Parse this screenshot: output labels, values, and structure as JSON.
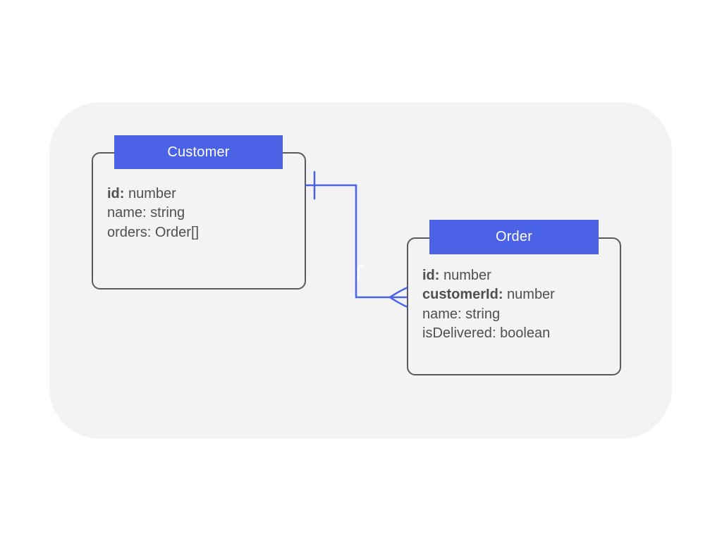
{
  "diagram": {
    "field_separator": ": ",
    "entities": [
      {
        "name": "Customer",
        "fields": [
          {
            "name": "id",
            "type": "number",
            "emphasis": true
          },
          {
            "name": "name",
            "type": "string",
            "emphasis": false
          },
          {
            "name": "orders",
            "type": "Order[]",
            "emphasis": false
          }
        ]
      },
      {
        "name": "Order",
        "fields": [
          {
            "name": "id",
            "type": "number",
            "emphasis": true
          },
          {
            "name": "customerId",
            "type": "number",
            "emphasis": true
          },
          {
            "name": "name",
            "type": "string",
            "emphasis": false
          },
          {
            "name": "isDelivered",
            "type": "boolean",
            "emphasis": false
          }
        ]
      }
    ],
    "relationship": {
      "from": "Customer",
      "to": "Order",
      "type": "one-to-many",
      "from_cardinality": "one",
      "to_cardinality": "many"
    },
    "colors": {
      "page_bg": "#ffffff",
      "canvas_bg": "#f2f3f2",
      "header_bg": "#4b61e6",
      "header_text": "#ffffff",
      "box_border": "#58595c",
      "field_text": "#4f4f4f",
      "connector": "#4b61e6"
    }
  }
}
